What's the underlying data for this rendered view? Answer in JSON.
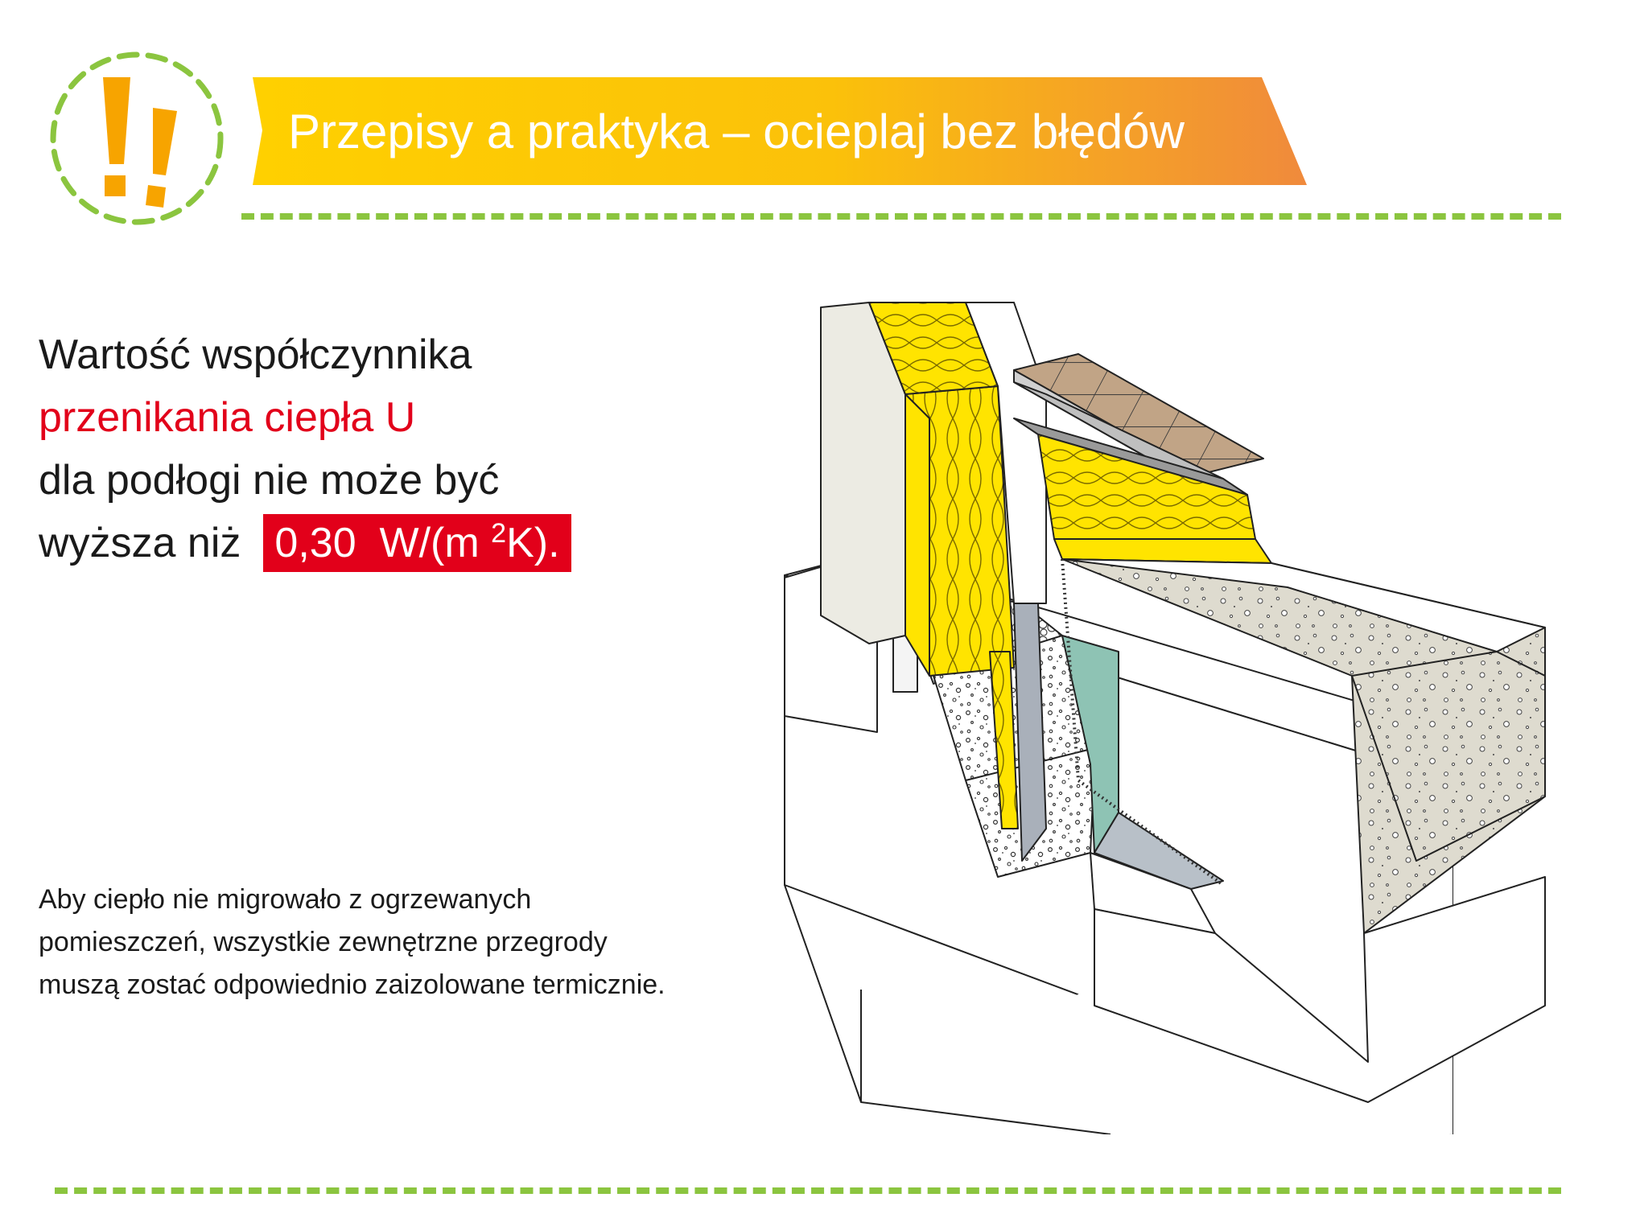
{
  "header": {
    "title": "Przepisy a praktyka – ocieplaj bez błędów",
    "colors": {
      "banner_start": "#ffd000",
      "banner_end": "#f08a3c",
      "dash": "#8bc53f",
      "exclamation": "#f7a400"
    },
    "icon": "double-exclamation-icon"
  },
  "headline": {
    "line1": "Wartość współczynnika",
    "line2": "przenikania ciepła U",
    "line3": "dla podłogi nie może być",
    "line4": "wyższa niż",
    "value_number": "0,30",
    "value_unit_pre": "W/(m",
    "value_unit_sup": "2",
    "value_unit_post": "K).",
    "colors": {
      "accent": "#e2001a"
    }
  },
  "note": {
    "text": "Aby ciepło nie migrowało z ogrzewanych pomieszczeń, wszystkie zewnętrzne przegrody muszą zostać odpowiednio zaizolowane termicznie."
  }
}
